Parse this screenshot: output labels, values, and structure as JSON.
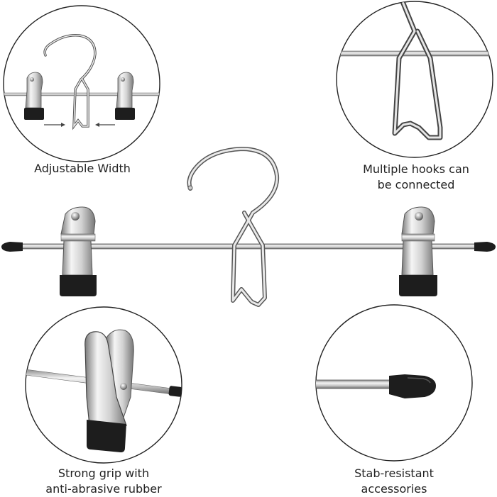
{
  "colors": {
    "background": "#ffffff",
    "circle_outline": "#222222",
    "chrome_light": "#f2f2f2",
    "chrome_mid": "#b9b9b9",
    "chrome_dark": "#6c6c6c",
    "rubber": "#1d1d1d",
    "text": "#222222"
  },
  "icons": {
    "arrow": "arrow-icon"
  },
  "panels": {
    "adjustable_width": {
      "caption_lines": [
        "Adjustable Width"
      ]
    },
    "multiple_hooks": {
      "caption_lines": [
        "Multiple hooks can",
        "be connected"
      ]
    },
    "strong_grip": {
      "caption_lines": [
        "Strong grip with",
        "anti-abrasive rubber"
      ]
    },
    "stab_resistant": {
      "caption_lines": [
        "Stab-resistant",
        "accessories"
      ]
    }
  }
}
